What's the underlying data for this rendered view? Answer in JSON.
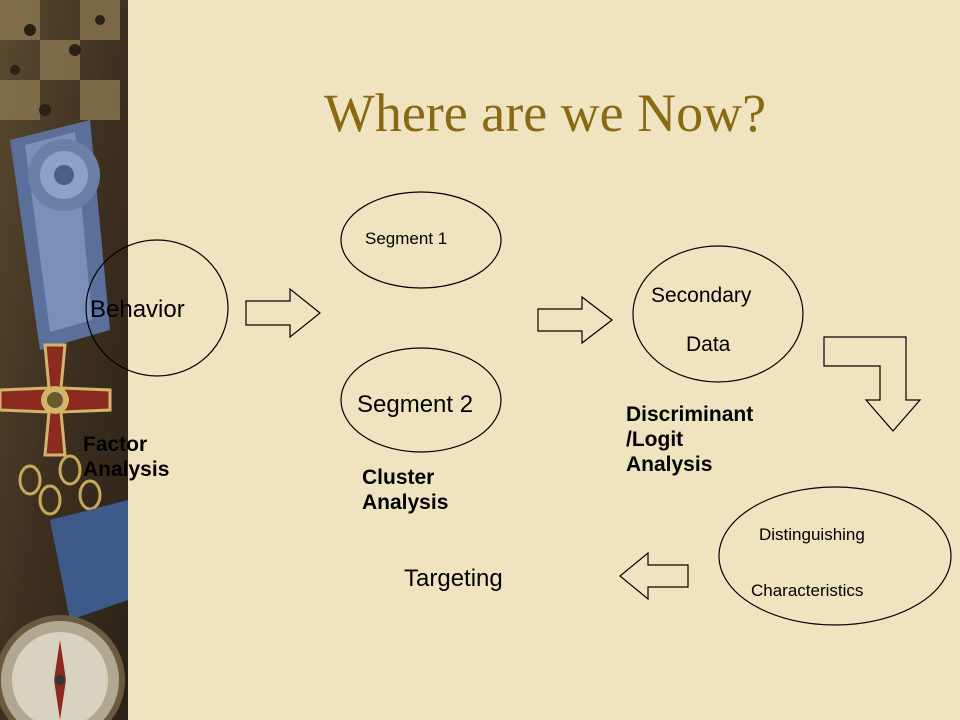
{
  "slide": {
    "title": "Where are we Now?"
  },
  "nodes": {
    "behavior": "Behavior",
    "segment1": "Segment 1",
    "segment2": "Segment 2",
    "secondary_line1": "Secondary",
    "secondary_line2": "Data",
    "distinguishing_line1": "Distinguishing",
    "distinguishing_line2": "Characteristics",
    "targeting": "Targeting"
  },
  "methods": {
    "factor_line1": "Factor",
    "factor_line2": "Analysis",
    "cluster_line1": "Cluster",
    "cluster_line2": "Analysis",
    "discriminant_line1": "Discriminant",
    "discriminant_line2": "/Logit",
    "discriminant_line3": "Analysis"
  },
  "colors": {
    "background": "#f0e4c0",
    "title": "#8b6914",
    "strip": "#4a3a24"
  },
  "icons": {
    "strip": "decorative-medals-compass-image",
    "arrows": [
      "arrow-right",
      "arrow-right",
      "arrow-elbow-down",
      "arrow-left"
    ]
  }
}
